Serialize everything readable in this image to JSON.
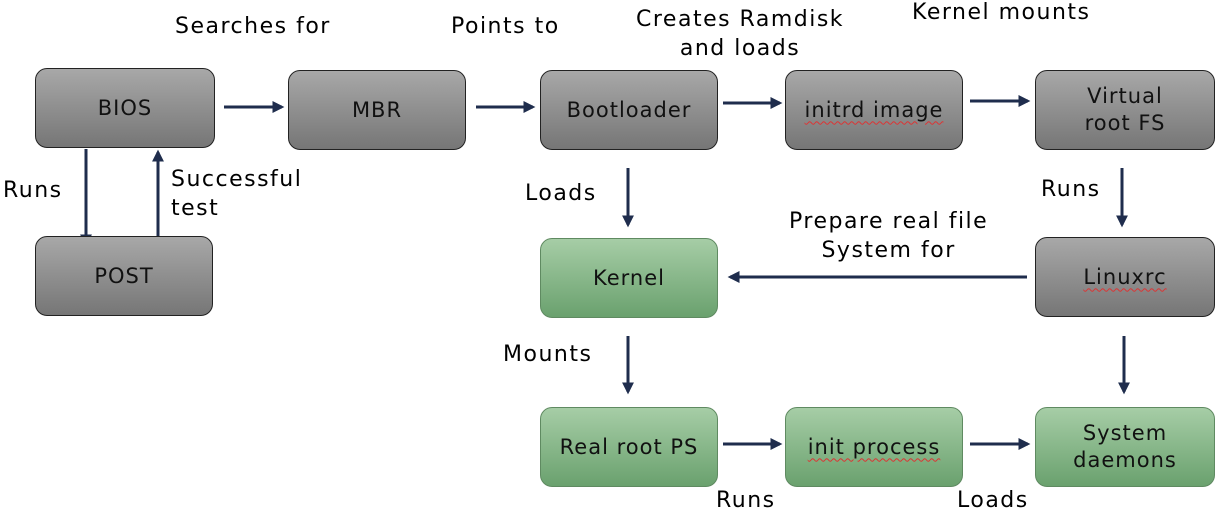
{
  "nodes": {
    "bios": "BIOS",
    "mbr": "MBR",
    "bootloader": "Bootloader",
    "initrd_image": "initrd image",
    "virtual_root_fs": "Virtual\nroot FS",
    "post": "POST",
    "kernel": "Kernel",
    "linuxrc": "Linuxrc",
    "real_root_ps": "Real root PS",
    "init_process": "init process",
    "system_daemons": "System\ndaemons"
  },
  "edge_labels": {
    "searches_for": "Searches for",
    "points_to": "Points to",
    "creates_ramdisk": "Creates Ramdisk\nand loads",
    "kernel_mounts": "Kernel mounts",
    "runs_post": "Runs",
    "successful_test": "Successful\ntest",
    "loads_kernel": "Loads",
    "runs_linuxrc": "Runs",
    "prepare_real_file": "Prepare real file\nSystem for",
    "mounts": "Mounts",
    "runs_init": "Runs",
    "loads_daemons": "Loads"
  },
  "colors": {
    "arrow": "#1f2d4d",
    "box_gray": "#8c8c8c",
    "box_green": "#86b888"
  }
}
